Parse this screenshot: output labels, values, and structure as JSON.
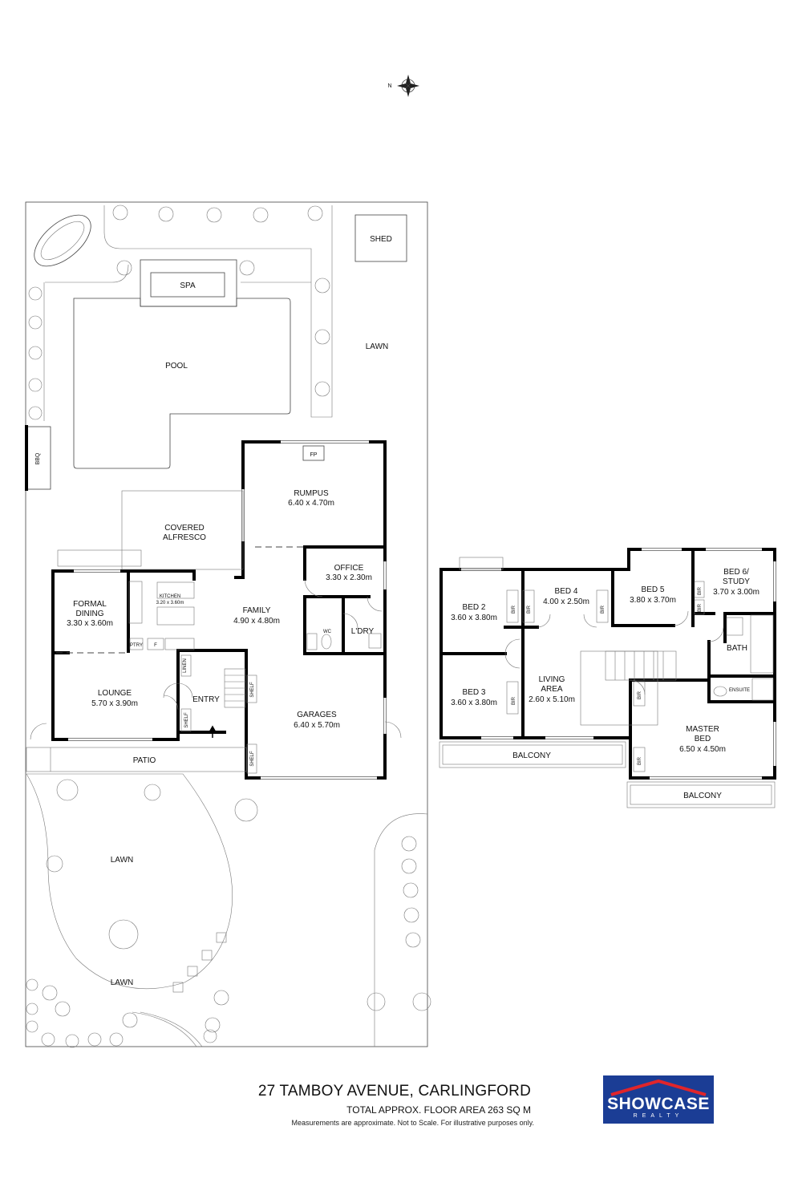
{
  "compass": {
    "north_label": "N"
  },
  "ground": {
    "shed": "SHED",
    "spa": "SPA",
    "pool": "POOL",
    "lawn_top": "LAWN",
    "bbq": "BBQ",
    "rumpus": {
      "name": "RUMPUS",
      "size": "6.40 x 4.70m",
      "fp": "FP"
    },
    "alfresco": {
      "line1": "COVERED",
      "line2": "ALFRESCO"
    },
    "office": {
      "name": "OFFICE",
      "size": "3.30 x 2.30m"
    },
    "kitchen": {
      "name": "KITCHEN",
      "size": "3.20 x 3.60m"
    },
    "family": {
      "name": "FAMILY",
      "size": "4.90 x 4.80m"
    },
    "formal_dining": {
      "line1": "FORMAL",
      "line2": "DINING",
      "size": "3.30 x 3.60m"
    },
    "wc": "WC",
    "laundry": "L'DRY",
    "pantry": "PTRY",
    "fridge": "F",
    "linen": "LINEN",
    "lounge": {
      "name": "LOUNGE",
      "size": "5.70 x 3.90m"
    },
    "entry": "ENTRY",
    "shelf": "SHELF",
    "garages": {
      "name": "GARAGES",
      "size": "6.40 x 5.70m"
    },
    "patio": "PATIO",
    "lawn_mid": "LAWN",
    "lawn_low": "LAWN"
  },
  "upper": {
    "bed2": {
      "name": "BED 2",
      "size": "3.60 x 3.80m"
    },
    "bed3": {
      "name": "BED 3",
      "size": "3.60 x 3.80m"
    },
    "bed4": {
      "name": "BED 4",
      "size": "4.00 x 2.50m"
    },
    "bed5": {
      "name": "BED 5",
      "size": "3.80 x 3.70m"
    },
    "bed6": {
      "line1": "BED 6/",
      "line2": "STUDY",
      "size": "3.70 x 3.00m"
    },
    "living": {
      "line1": "LIVING",
      "line2": "AREA",
      "size": "2.60 x 5.10m"
    },
    "bath": "BATH",
    "ensuite": "ENSUITE",
    "bir": "BIR",
    "master": {
      "line1": "MASTER",
      "line2": "BED",
      "size": "6.50 x 4.50m"
    },
    "balcony": "BALCONY"
  },
  "footer": {
    "address": "27 TAMBOY AVENUE, CARLINGFORD",
    "floor_area": "TOTAL APPROX. FLOOR AREA  263 SQ M",
    "disclaimer": "Measurements are approximate. Not to Scale. For illustrative purposes only."
  },
  "logo": {
    "word": "SHOWCASE",
    "sub": "REALTY",
    "colors": {
      "blue": "#1b3d95",
      "red": "#e0252b"
    }
  }
}
